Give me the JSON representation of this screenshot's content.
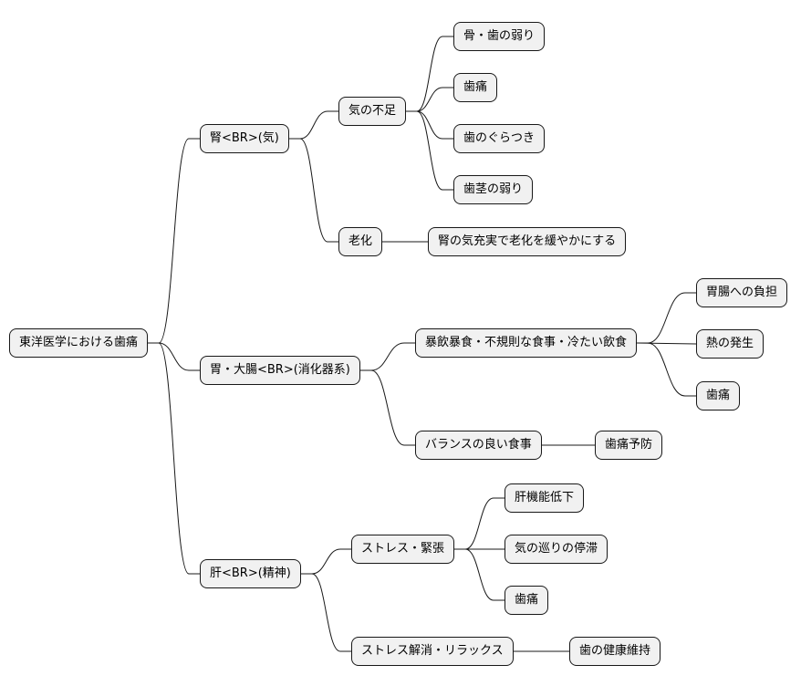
{
  "mindmap": {
    "root": {
      "label": "東洋医学における歯痛"
    },
    "branches": [
      {
        "label": "腎<BR>(気)",
        "children": [
          {
            "label": "気の不足",
            "children": [
              "骨・歯の弱り",
              "歯痛",
              "歯のぐらつき",
              "歯茎の弱り"
            ]
          },
          {
            "label": "老化",
            "children": [
              "腎の気充実で老化を緩やかにする"
            ]
          }
        ]
      },
      {
        "label": "胃・大腸<BR>(消化器系)",
        "children": [
          {
            "label": "暴飲暴食・不規則な食事・冷たい飲食",
            "children": [
              "胃腸への負担",
              "熱の発生",
              "歯痛"
            ]
          },
          {
            "label": "バランスの良い食事",
            "children": [
              "歯痛予防"
            ]
          }
        ]
      },
      {
        "label": "肝<BR>(精神)",
        "children": [
          {
            "label": "ストレス・緊張",
            "children": [
              "肝機能低下",
              "気の巡りの停滞",
              "歯痛"
            ]
          },
          {
            "label": "ストレス解消・リラックス",
            "children": [
              "歯の健康維持"
            ]
          }
        ]
      }
    ]
  },
  "colors": {
    "node_fill": "#f1f1f1",
    "node_border": "#181818",
    "edge": "#181818",
    "background": "#ffffff"
  }
}
